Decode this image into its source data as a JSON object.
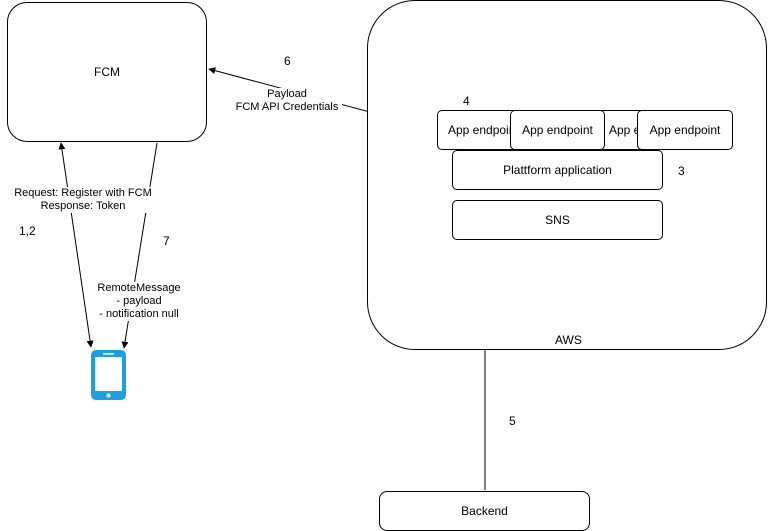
{
  "fcm": {
    "label": "FCM"
  },
  "aws": {
    "label": "AWS",
    "endpoints": [
      "App endpoint",
      "App endpoint",
      "App endpoint",
      "App endpoint"
    ],
    "platform_application": "Plattform application",
    "sns": "SNS"
  },
  "backend": {
    "label": "Backend"
  },
  "steps": {
    "s12": "1,2",
    "s3": "3",
    "s4": "4",
    "s5": "5",
    "s6": "6",
    "s7": "7"
  },
  "edges": {
    "register_request": "Request: Register with FCM",
    "register_response": "Response: Token",
    "payload_line1": "Payload",
    "payload_line2": "FCM API Credentials",
    "remote_line1": "RemoteMessage",
    "remote_line2": "- payload",
    "remote_line3": "- notification null"
  },
  "colors": {
    "phone": "#1ba1e2",
    "stroke": "#000000"
  },
  "icons": {
    "device": "smartphone-icon"
  }
}
